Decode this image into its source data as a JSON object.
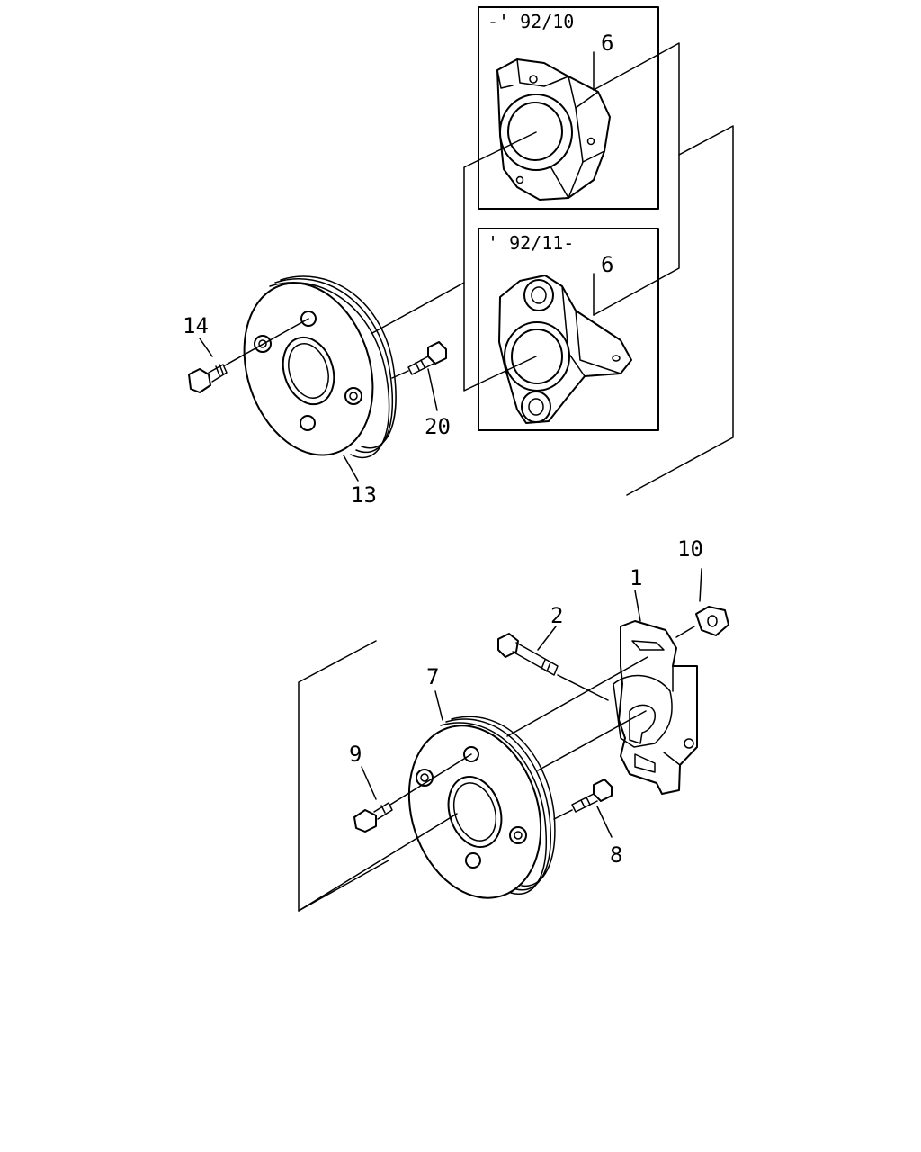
{
  "callouts": {
    "c6_old": "6",
    "c6_new": "6",
    "c14": "14",
    "c20": "20",
    "c13": "13",
    "c10": "10",
    "c1": "1",
    "c2": "2",
    "c7": "7",
    "c9": "9",
    "c8": "8"
  },
  "variants": {
    "old_range": "-' 92/10",
    "new_range": "' 92/11-"
  }
}
